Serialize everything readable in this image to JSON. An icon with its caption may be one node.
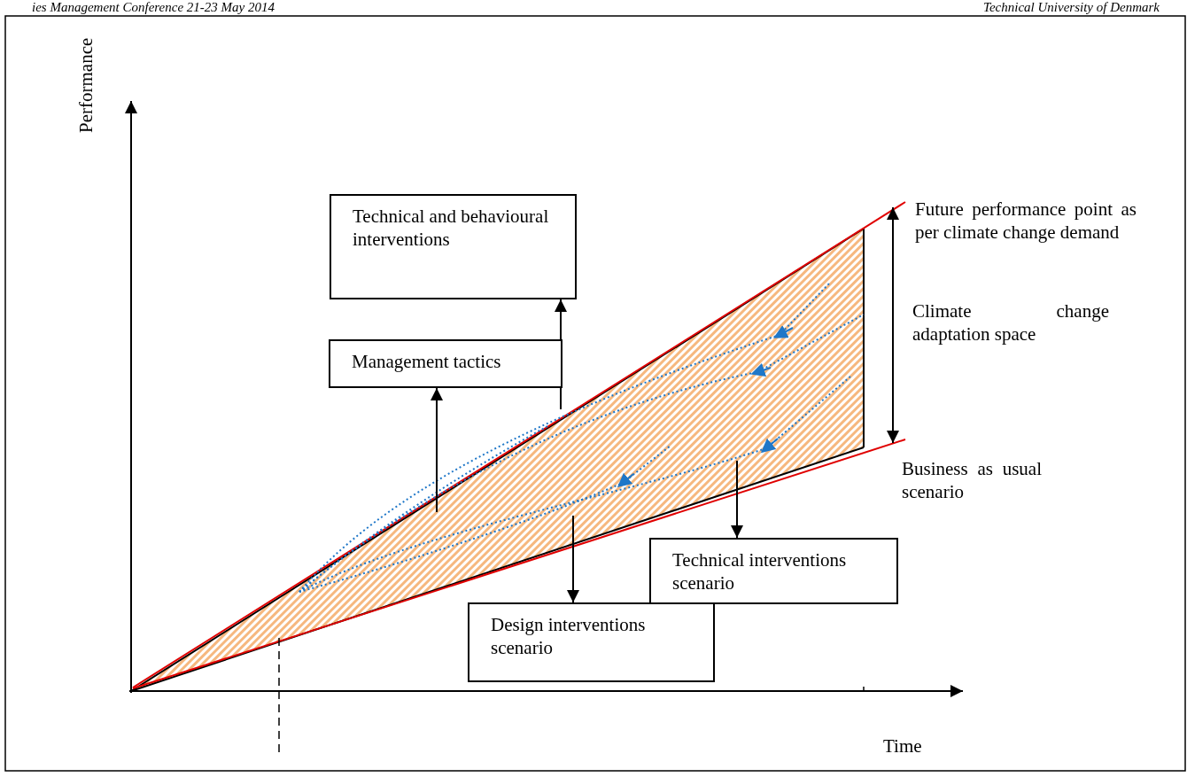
{
  "diagram": {
    "nodes": [
      {
        "text": [
          "Technical and behavioural interventions"
        ]
      },
      {
        "text": [
          "Management tactics"
        ]
      },
      {
        "text": [
          "Technical interventions scenario"
        ]
      },
      {
        "text": [
          "Design interventions scenario"
        ]
      }
    ],
    "edges": [
      {
        "from": null,
        "to": 0,
        "arrow": "to"
      },
      {
        "from": null,
        "to": 1,
        "arrow": "to"
      },
      {
        "from": null,
        "to": 2,
        "arrow": "to"
      },
      {
        "from": null,
        "to": 3,
        "arrow": "to"
      }
    ],
    "labels": [
      "ies Management Conference 21-23 May 2014",
      "Technical University of Denmark",
      "Performance",
      "Future performance point as per climate change demand",
      "Climate change adaptation space",
      "Business as usual scenario",
      "Time"
    ]
  }
}
